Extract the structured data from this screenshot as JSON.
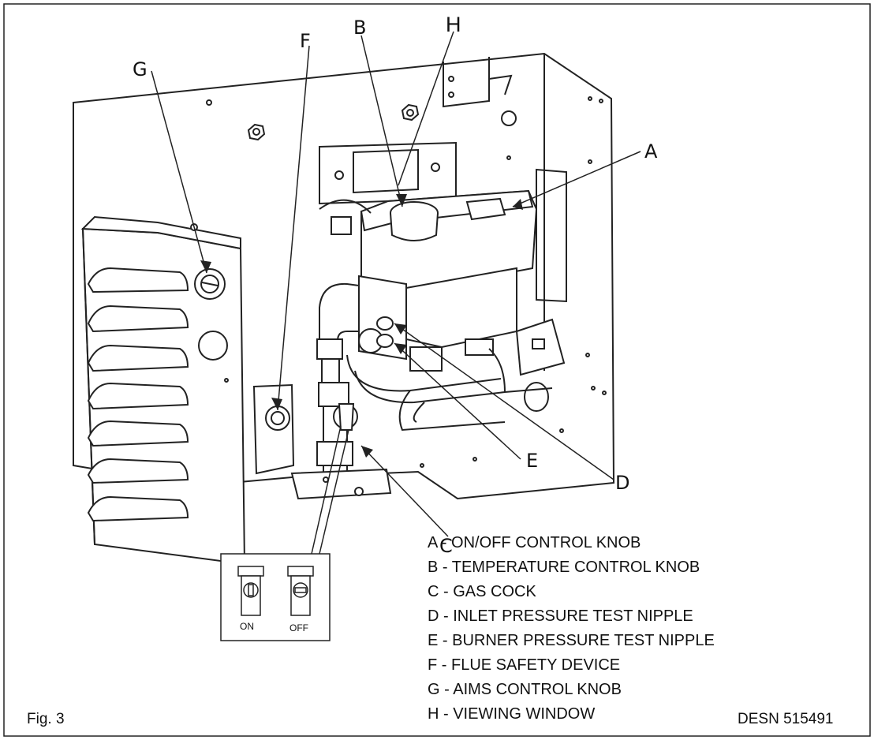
{
  "callouts": {
    "a": "A",
    "b": "B",
    "c": "C",
    "d": "D",
    "e": "E",
    "f": "F",
    "g": "G",
    "h": "H"
  },
  "legend": [
    "A - ON/OFF CONTROL KNOB",
    "B - TEMPERATURE CONTROL KNOB",
    "C - GAS COCK",
    "D - INLET PRESSURE TEST NIPPLE",
    "E - BURNER PRESSURE TEST NIPPLE",
    "F - FLUE SAFETY DEVICE",
    "G - AIMS CONTROL KNOB",
    "H - VIEWING WINDOW"
  ],
  "inset": {
    "on_label": "ON",
    "off_label": "OFF"
  },
  "figure_label": "Fig. 3",
  "drawing_number": "DESN 515491"
}
